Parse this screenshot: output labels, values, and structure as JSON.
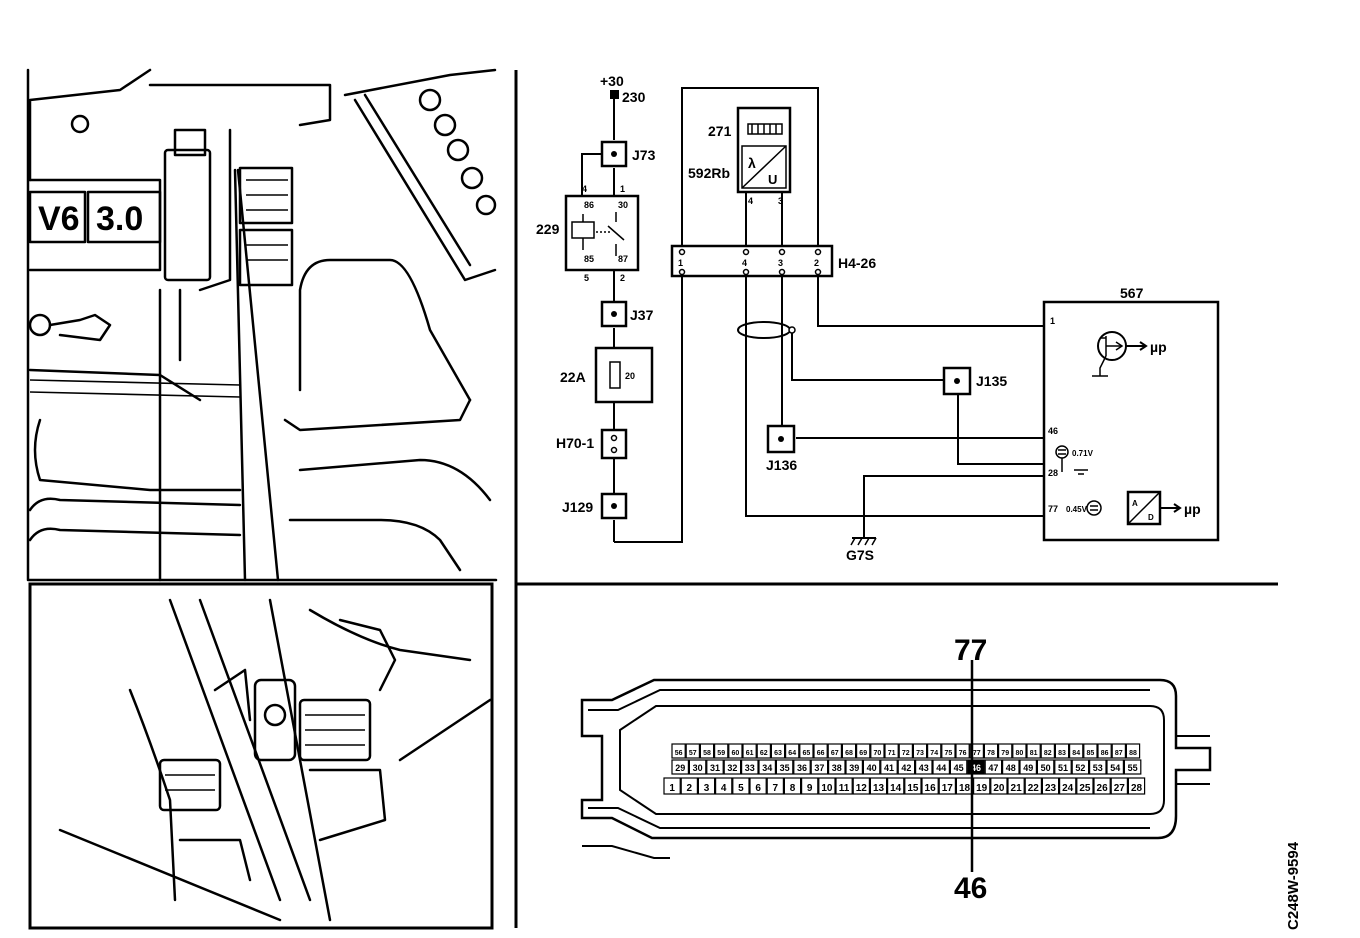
{
  "schematic": {
    "supply_label": "+30",
    "supply_node": "230",
    "fuse_box_label": "22A",
    "fuse_value": "20",
    "relay_label": "229",
    "relay_pins": [
      "4",
      "1",
      "86",
      "30",
      "85",
      "87",
      "5",
      "2"
    ],
    "connectors": {
      "j73": "J73",
      "j37": "J37",
      "h70": "H70-1",
      "j129": "J129",
      "j135": "J135",
      "j136": "J136",
      "h4": "H4-26",
      "ground": "G7S"
    },
    "sensor_heater_label": "271",
    "sensor_label": "592Rb",
    "sensor_pins": [
      "4",
      "3"
    ],
    "h4_pins": [
      "1",
      "4",
      "3",
      "2"
    ],
    "ecu_label": "567",
    "ecu_pins": [
      "1",
      "46",
      "28",
      "77"
    ],
    "ecu_voltages": [
      "0.71V",
      "0.45V"
    ],
    "mu_label": "µp",
    "mu_label_2": "µp"
  },
  "connector_face": {
    "callout_top": "77",
    "callout_bottom": "46",
    "row1": [
      "56",
      "57",
      "58",
      "59",
      "60",
      "61",
      "62",
      "63",
      "64",
      "65",
      "66",
      "67",
      "68",
      "69",
      "70",
      "71",
      "72",
      "73",
      "74",
      "75",
      "76",
      "77",
      "78",
      "79",
      "80",
      "81",
      "82",
      "83",
      "84",
      "85",
      "86",
      "87",
      "88"
    ],
    "row2": [
      "29",
      "30",
      "31",
      "32",
      "33",
      "34",
      "35",
      "36",
      "37",
      "38",
      "39",
      "40",
      "41",
      "42",
      "43",
      "44",
      "45",
      "46",
      "47",
      "48",
      "49",
      "50",
      "51",
      "52",
      "53",
      "54",
      "55"
    ],
    "row3": [
      "1",
      "2",
      "3",
      "4",
      "5",
      "6",
      "7",
      "8",
      "9",
      "10",
      "11",
      "12",
      "13",
      "14",
      "15",
      "16",
      "17",
      "18",
      "19",
      "20",
      "21",
      "22",
      "23",
      "24",
      "25",
      "26",
      "27",
      "28"
    ]
  },
  "photo_labels": {
    "badge_left": "V6",
    "badge_right": "3.0"
  },
  "figure_code": "C248W-9594"
}
